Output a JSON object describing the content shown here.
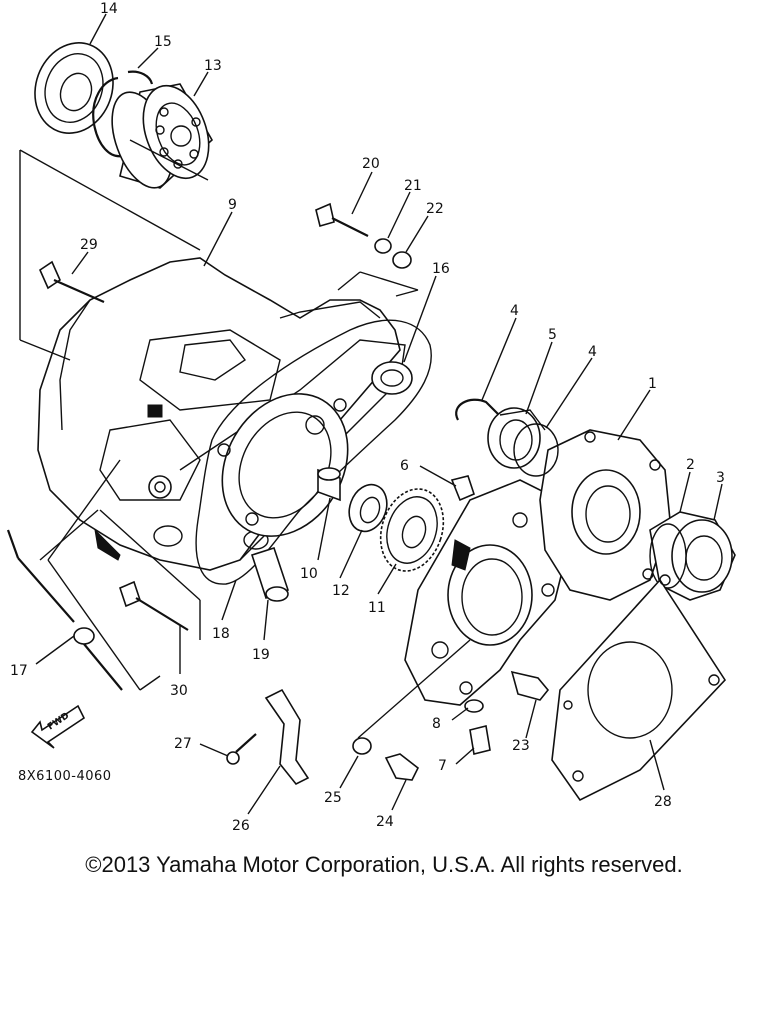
{
  "diagram_code": "8X6100-4060",
  "fwd_label": "FWD",
  "copyright": "©2013 Yamaha Motor Corporation, U.S.A. All rights reserved.",
  "callouts": {
    "c1": "1",
    "c2": "2",
    "c3": "3",
    "c4a": "4",
    "c4b": "4",
    "c5": "5",
    "c6": "6",
    "c7": "7",
    "c8": "8",
    "c9": "9",
    "c10": "10",
    "c11": "11",
    "c12": "12",
    "c13": "13",
    "c14": "14",
    "c15": "15",
    "c16": "16",
    "c17": "17",
    "c18": "18",
    "c19": "19",
    "c20": "20",
    "c21": "21",
    "c22": "22",
    "c23": "23",
    "c24": "24",
    "c25": "25",
    "c26": "26",
    "c27": "27",
    "c28": "28",
    "c29": "29",
    "c30": "30"
  }
}
